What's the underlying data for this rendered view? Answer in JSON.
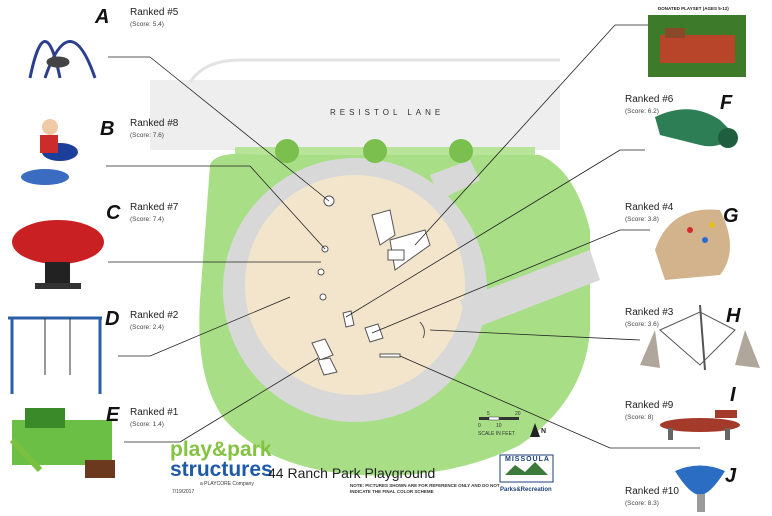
{
  "road": {
    "name": "RESISTOL LANE"
  },
  "items": [
    {
      "letter": "A",
      "rank": "Ranked #5",
      "score": "(Score: 5.4)"
    },
    {
      "letter": "B",
      "rank": "Ranked #8",
      "score": "(Score: 7.6)"
    },
    {
      "letter": "C",
      "rank": "Ranked #7",
      "score": "(Score: 7.4)"
    },
    {
      "letter": "D",
      "rank": "Ranked #2",
      "score": "(Score: 2.4)"
    },
    {
      "letter": "E",
      "rank": "Ranked #1",
      "score": "(Score: 1.4)"
    },
    {
      "letter": "F",
      "rank": "Ranked #6",
      "score": "(Score: 6.2)"
    },
    {
      "letter": "G",
      "rank": "Ranked #4",
      "score": "(Score: 3.8)"
    },
    {
      "letter": "H",
      "rank": "Ranked #3",
      "score": "(Score: 3.6)"
    },
    {
      "letter": "I",
      "rank": "Ranked #9",
      "score": "(Score: 8)"
    },
    {
      "letter": "J",
      "rank": "Ranked #10",
      "score": "(Score: 8.3)"
    }
  ],
  "donated": "DONATED PLAYSET (AGES 5-12)",
  "brand": {
    "line1": "play&park",
    "line2": "structures",
    "tagline": "a PLAYCORE Company",
    "date": "7/19/2017"
  },
  "title": "44 Ranch Park Playground",
  "note": "NOTE: PICTURES SHOWN ARE FOR REFERENCE ONLY AND DO NOT INDICATE THE FINAL COLOR SCHEME",
  "scale": {
    "ticks": [
      "0",
      "5",
      "10",
      "20"
    ],
    "label": "SCALE IN FEET",
    "north": "N"
  },
  "logos": {
    "missoula": "MISSOULA",
    "parks": "Parks&Recreation"
  },
  "colors": {
    "grass": "#9fd47a",
    "surface": "#f4e6cf",
    "path": "#dcdcdc",
    "brand_green": "#84c341",
    "brand_blue": "#1f5aa8"
  }
}
